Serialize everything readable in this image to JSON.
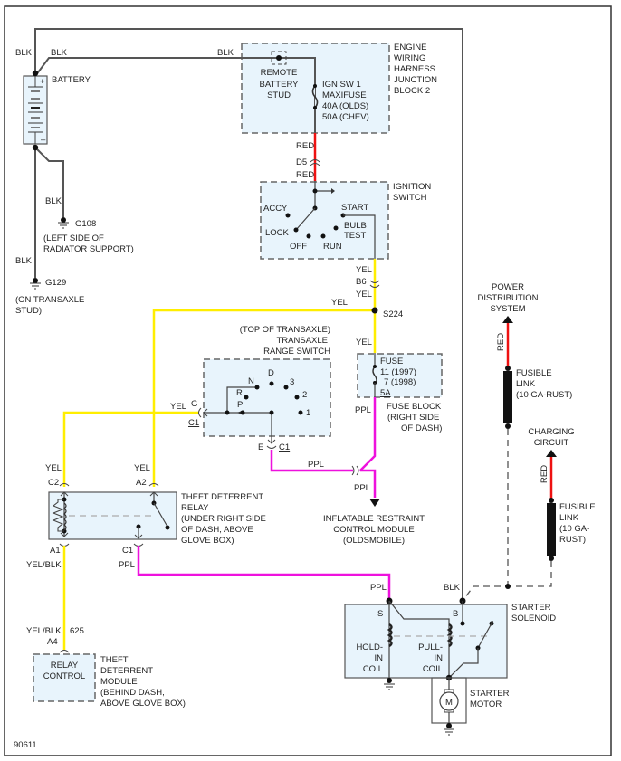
{
  "diagram_id": "90611",
  "colors": {
    "blk_wire": "#555555",
    "red_wire": "#ee1111",
    "yel_wire": "#ffee00",
    "ppl_wire": "#ee11dd",
    "component_fill": "#e8f4fc"
  },
  "battery": {
    "label": "BATTERY",
    "plus": "+",
    "minus": "–",
    "wire_left": "BLK",
    "wire_top": "BLK"
  },
  "grounds": {
    "g108": {
      "wire": "BLK",
      "id": "G108",
      "location_line1": "(LEFT SIDE OF",
      "location_line2": "RADIATOR SUPPORT)"
    },
    "g129": {
      "wire": "BLK",
      "id": "G129",
      "location_line1": "(ON TRANSAXLE",
      "location_line2": "STUD)"
    }
  },
  "junction_block": {
    "wire_in": "BLK",
    "stud_line1": "REMOTE",
    "stud_line2": "BATTERY",
    "stud_line3": "STUD",
    "fuse_line1": "IGN SW 1",
    "fuse_line2": "MAXIFUSE",
    "fuse_line3": "40A (OLDS)",
    "fuse_line4": "50A (CHEV)",
    "title_line1": "ENGINE",
    "title_line2": "WIRING",
    "title_line3": "HARNESS",
    "title_line4": "JUNCTION",
    "title_line5": "BLOCK 2",
    "wire_out_top": "RED",
    "connector": "D5",
    "wire_out_bottom": "RED"
  },
  "ignition_switch": {
    "title_line1": "IGNITION",
    "title_line2": "SWITCH",
    "positions": {
      "accy": "ACCY",
      "lock": "LOCK",
      "off": "OFF",
      "run": "RUN",
      "start": "START",
      "bulb1": "BULB",
      "bulb2": "TEST"
    },
    "wire_top": "YEL",
    "connector": "B6",
    "wire_bottom": "YEL"
  },
  "splice": {
    "id": "S224",
    "wire_left": "YEL",
    "wire_down": "YEL"
  },
  "range_switch": {
    "title_line1": "(TOP OF TRANSAXLE)",
    "title_line2": "TRANSAXLE",
    "title_line3": "RANGE SWITCH",
    "positions": {
      "p": "P",
      "r": "R",
      "n": "N",
      "d": "D",
      "three": "3",
      "two": "2",
      "one": "1"
    },
    "wire_in": "YEL",
    "pin_in": "G",
    "conn_in": "C1",
    "pin_out": "E",
    "conn_out": "C1",
    "wire_out": "PPL"
  },
  "fuse_block": {
    "fuse_line1": "FUSE",
    "fuse_line2": "11  (1997)",
    "fuse_line3": "7 (1998)",
    "rating": "5A",
    "title_line1": "FUSE BLOCK",
    "title_line2": "(RIGHT SIDE",
    "title_line3": "OF DASH)",
    "wire_out": "PPL"
  },
  "airbag": {
    "wire": "PPL",
    "wire_in": "PPL",
    "line1": "INFLATABLE RESTRAINT",
    "line2": "CONTROL MODULE",
    "line3": "(OLDSMOBILE)"
  },
  "theft_relay": {
    "title_line1": "THEFT DETERRENT",
    "title_line2": "RELAY",
    "title_line3": "(UNDER RIGHT SIDE",
    "title_line4": "OF DASH, ABOVE",
    "title_line5": "GLOVE BOX)",
    "pin_c2": "C2",
    "pin_a2": "A2",
    "pin_a1": "A1",
    "pin_c1": "C1",
    "wire_c2": "YEL",
    "wire_a2": "YEL",
    "wire_a1": "YEL/BLK",
    "wire_c1": "PPL"
  },
  "theft_module": {
    "wire": "YEL/BLK",
    "circuit": "625",
    "pin": "A4",
    "inner_line1": "RELAY",
    "inner_line2": "CONTROL",
    "title_line1": "THEFT",
    "title_line2": "DETERRENT",
    "title_line3": "MODULE",
    "title_line4": "(BEHIND DASH,",
    "title_line5": "ABOVE GLOVE BOX)"
  },
  "power_distribution": {
    "line1": "POWER",
    "line2": "DISTRIBUTION",
    "line3": "SYSTEM",
    "wire": "RED",
    "link_line1": "FUSIBLE",
    "link_line2": "LINK",
    "link_line3": "(10 GA-RUST)"
  },
  "charging_circuit": {
    "line1": "CHARGING",
    "line2": "CIRCUIT",
    "wire": "RED",
    "link_line1": "FUSIBLE",
    "link_line2": "LINK",
    "link_line3": "(10 GA-",
    "link_line4": "RUST)"
  },
  "starter": {
    "wire_s": "PPL",
    "wire_b": "BLK",
    "pin_s": "S",
    "pin_b": "B",
    "title_line1": "STARTER",
    "title_line2": "SOLENOID",
    "hold_line1": "HOLD-",
    "hold_line2": "IN",
    "hold_line3": "COIL",
    "pull_line1": "PULL-",
    "pull_line2": "IN",
    "pull_line3": "COIL",
    "motor_symbol": "M",
    "motor_line1": "STARTER",
    "motor_line2": "MOTOR"
  }
}
